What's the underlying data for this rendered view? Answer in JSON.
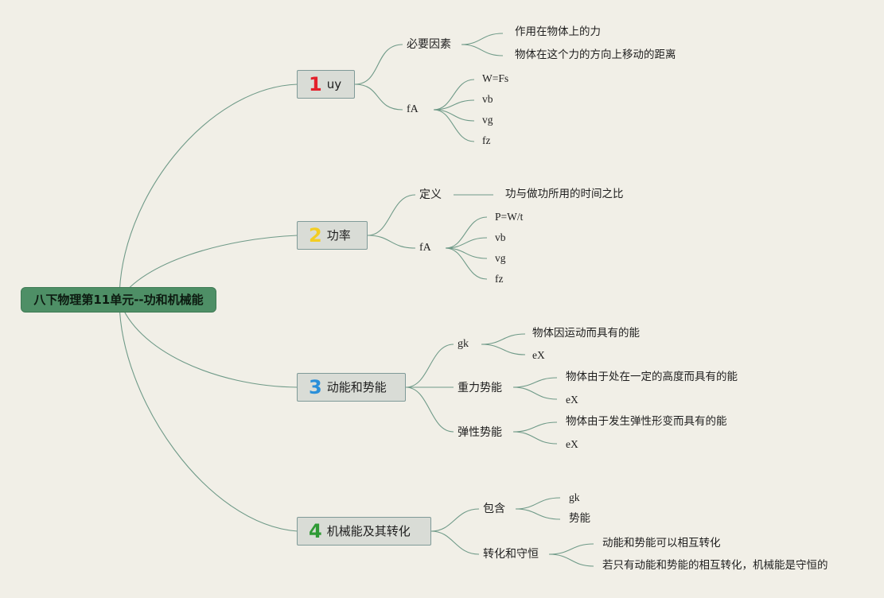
{
  "root": {
    "label": "八下物理第11单元--功和机械能"
  },
  "topics": [
    {
      "num": "1",
      "num_color": "#e3202b",
      "label": "uy",
      "children": [
        {
          "label": "必要因素",
          "leaves": [
            "作用在物体上的力",
            "物体在这个力的方向上移动的距离"
          ]
        },
        {
          "label": "fA",
          "leaves": [
            "W=Fs",
            "vb",
            "vg",
            "fz"
          ]
        }
      ]
    },
    {
      "num": "2",
      "num_color": "#f3cd22",
      "label": "功率",
      "children": [
        {
          "label": "定义",
          "leaves": [
            "功与做功所用的时间之比"
          ]
        },
        {
          "label": "fA",
          "leaves": [
            "P=W/t",
            "vb",
            "vg",
            "fz"
          ]
        }
      ]
    },
    {
      "num": "3",
      "num_color": "#2a8fd9",
      "label": "动能和势能",
      "children": [
        {
          "label": "gk",
          "leaves": [
            "物体因运动而具有的能",
            "eX"
          ]
        },
        {
          "label": "重力势能",
          "leaves": [
            "物体由于处在一定的高度而具有的能",
            "eX"
          ]
        },
        {
          "label": "弹性势能",
          "leaves": [
            "物体由于发生弹性形变而具有的能",
            "eX"
          ]
        }
      ]
    },
    {
      "num": "4",
      "num_color": "#2f9a35",
      "label": "机械能及其转化",
      "children": [
        {
          "label": "包含",
          "leaves": [
            "gk",
            "势能"
          ]
        },
        {
          "label": "转化和守恒",
          "leaves": [
            "动能和势能可以相互转化",
            "若只有动能和势能的相互转化，机械能是守恒的"
          ]
        }
      ]
    }
  ],
  "colors": {
    "line": "#6f9a88",
    "root_fill": "#4e8f66",
    "topic_fill": "#d9dcd6"
  }
}
